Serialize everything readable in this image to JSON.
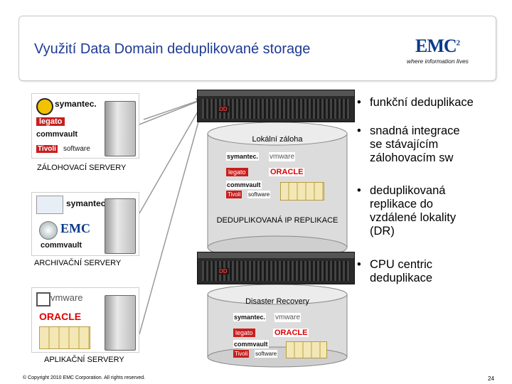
{
  "header": {
    "title": "Využití Data Domain deduplikované storage",
    "brand": "EMC",
    "brand_sup": "2",
    "tagline": "where information lives"
  },
  "groups": {
    "backup": {
      "label": "ZÁLOHOVACÍ SERVERY",
      "logos": [
        "symantec.",
        "legato",
        "commvault",
        "Tivoli",
        "software"
      ]
    },
    "archive": {
      "label": "ARCHIVAČNÍ SERVERY",
      "logos": [
        "symantec.",
        "EMC",
        "commvault"
      ]
    },
    "app": {
      "label": "APLIKAČNÍ SERVERY",
      "logos": [
        "vmware",
        "ORACLE"
      ]
    }
  },
  "cylinders": {
    "top": {
      "label": "Lokální záloha",
      "logos": [
        "symantec.",
        "vmware",
        "legato",
        "ORACLE",
        "commvault",
        "Tivoli",
        "software"
      ]
    },
    "mid_label": "DEDUPLIKOVANÁ IP REPLIKACE",
    "bottom": {
      "label": "Disaster Recovery",
      "logos": [
        "symantec.",
        "vmware",
        "legato",
        "ORACLE",
        "commvault",
        "Tivoli",
        "software"
      ]
    }
  },
  "bullets": [
    [
      "funkční deduplikace"
    ],
    [
      "snadná integrace",
      "se stávajícím",
      "zálohovacím sw"
    ],
    [
      "deduplikovaná",
      "replikace do",
      "vzdálené lokality",
      "(DR)"
    ],
    [
      "CPU centric",
      "deduplikace"
    ]
  ],
  "footer": {
    "copyright": "© Copyright 2010 EMC Corporation. All rights reserved.",
    "page": "24"
  },
  "colors": {
    "title": "#1f3a93",
    "brand": "#0a3a8c",
    "cylinder": "#dcdcdc",
    "appliance": "#2a2a2a"
  }
}
